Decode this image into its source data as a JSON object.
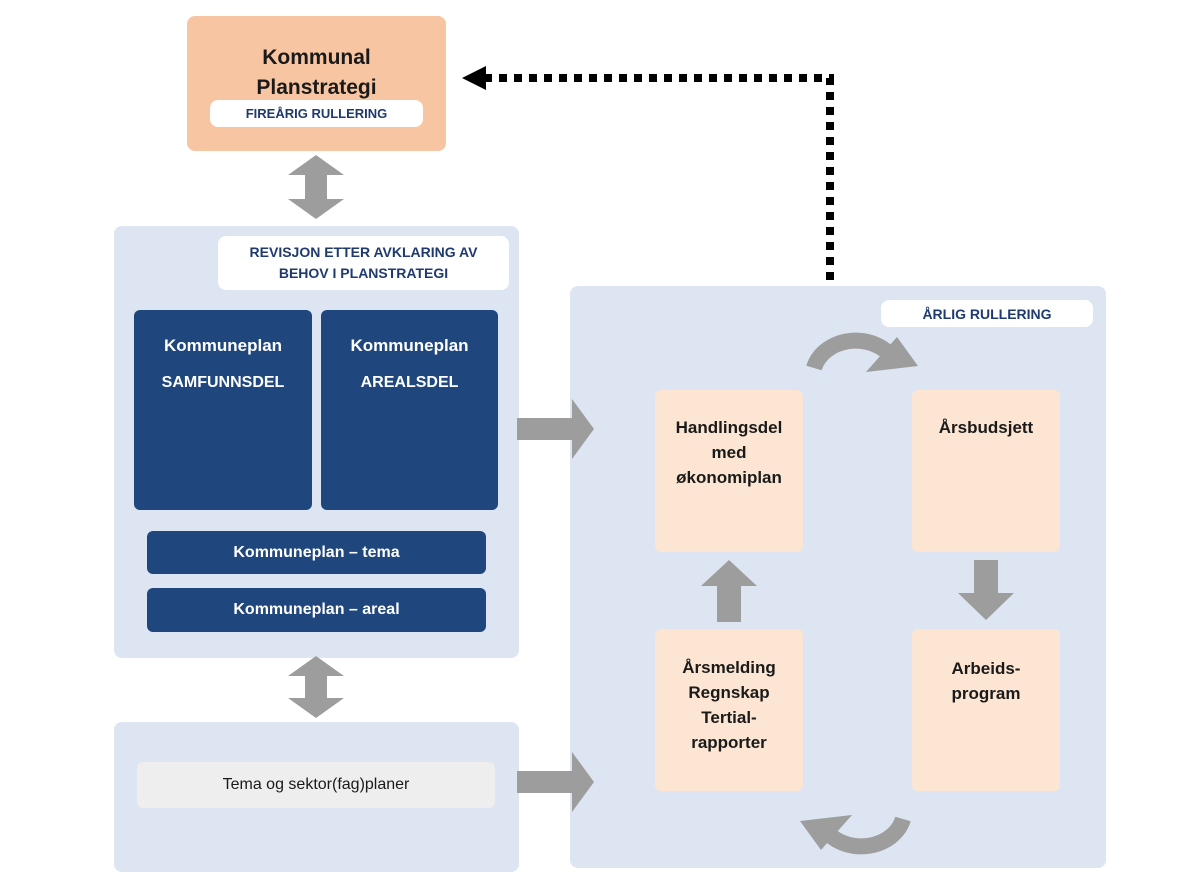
{
  "strategy": {
    "title_line1": "Kommunal",
    "title_line2": "Planstrategi",
    "badge": "FIREÅRIG RULLERING"
  },
  "revision_panel": {
    "badge_line1": "REVISJON ETTER AVKLARING AV",
    "badge_line2": "BEHOV I PLANSTRATEGI",
    "plan_samfunn": {
      "title": "Kommuneplan",
      "subtitle": "SAMFUNNSDEL"
    },
    "plan_areal": {
      "title": "Kommuneplan",
      "subtitle": "AREALSDEL"
    },
    "bar_tema": "Kommuneplan – tema",
    "bar_areal": "Kommuneplan – areal"
  },
  "sector_panel": {
    "label": "Tema og sektor(fag)planer"
  },
  "annual_panel": {
    "badge": "ÅRLIG RULLERING",
    "handlingsdel": [
      "Handlingsdel",
      "med",
      "økonomiplan"
    ],
    "arsbudsjett": [
      "Årsbudsjett"
    ],
    "arbeidsprogram": [
      "Arbeids-",
      "program"
    ],
    "arsmelding": [
      "Årsmelding",
      "Regnskap",
      "Tertial-",
      "rapporter"
    ]
  },
  "colors": {
    "panel": "#dce5f1",
    "navy": "#1f477d",
    "peach": "#fce6d3",
    "orange": "#f8c5a2",
    "arrow": "#9d9d9d",
    "badge_text": "#1f3a6e"
  }
}
